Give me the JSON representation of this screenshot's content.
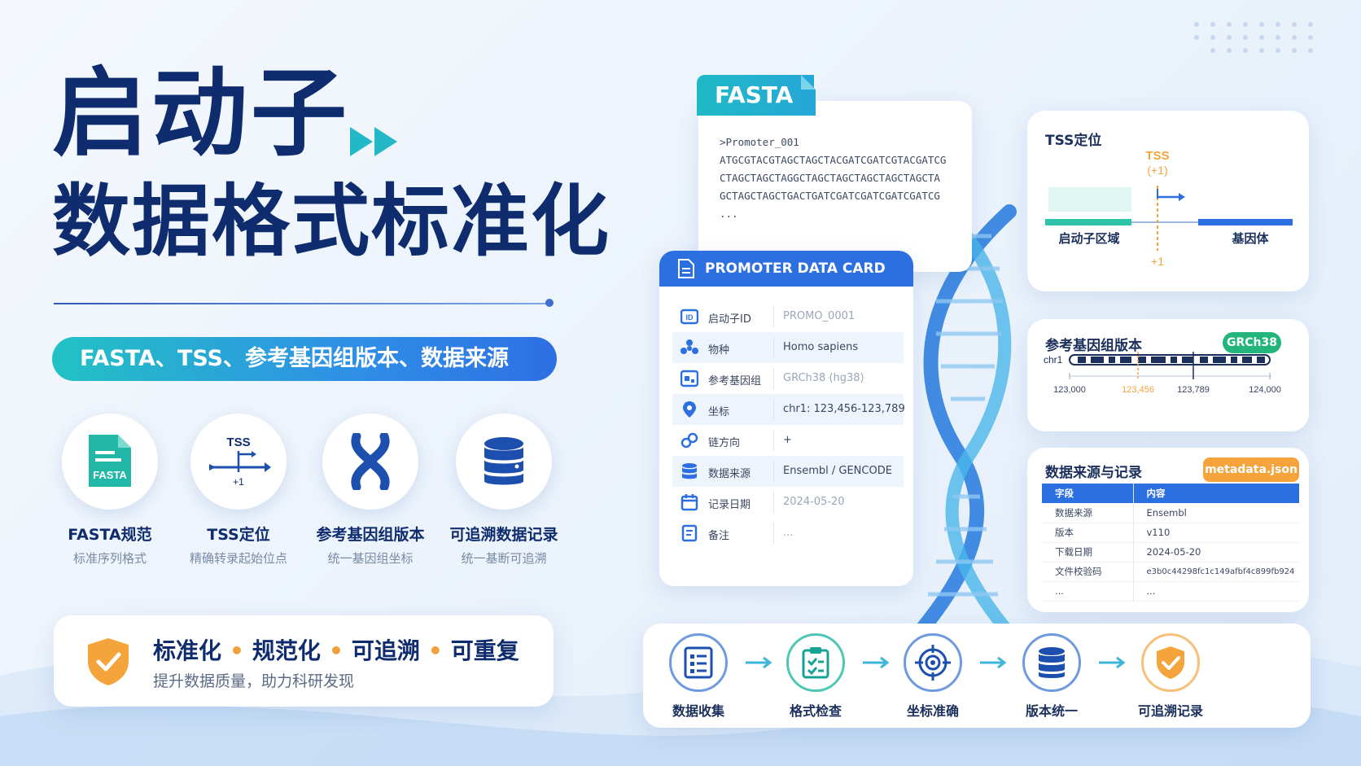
{
  "hero": {
    "title_line1": "启动子",
    "title_line2": "数据格式标准化",
    "subtitle": "FASTA、TSS、参考基因组版本、数据来源"
  },
  "features": [
    {
      "title": "FASTA规范",
      "subtitle": "标准序列格式",
      "icon": "fasta-file-icon",
      "icon_text": "FASTA"
    },
    {
      "title": "TSS定位",
      "subtitle": "精确转录起始位点",
      "icon": "tss-arrow-icon",
      "icon_text": "TSS",
      "icon_text2": "+1"
    },
    {
      "title": "参考基因组版本",
      "subtitle": "统一基因组坐标",
      "icon": "chromosome-icon"
    },
    {
      "title": "可追溯数据记录",
      "subtitle": "统一基断可追溯",
      "icon": "database-icon"
    }
  ],
  "slogan": {
    "items": [
      "标准化",
      "规范化",
      "可追溯",
      "可重复"
    ],
    "separator": "•",
    "subtitle": "提升数据质量，助力科研发现"
  },
  "fasta_card": {
    "tab": "FASTA",
    "lines": [
      ">Promoter_001",
      "ATGCGTACGTAGCTAGCTACGATCGATCGTACGATCG",
      "CTAGCTAGCTAGGCTAGCTAGCTAGCTAGCTAGCTA",
      "GCTAGCTAGCTGACTGATCGATCGATCGATCGATCG",
      "..."
    ]
  },
  "promoter_card": {
    "header": "PROMOTER DATA CARD",
    "rows": [
      {
        "key": "启动子ID",
        "value": "PROMO_0001",
        "icon": "id-icon",
        "muted": true
      },
      {
        "key": "物种",
        "value": "Homo sapiens",
        "icon": "species-icon",
        "muted": false
      },
      {
        "key": "参考基因组",
        "value": "GRCh38 (hg38)",
        "icon": "genome-icon",
        "muted": false
      },
      {
        "key": "坐标",
        "value": "chr1: 123,456-123,789",
        "icon": "location-pin-icon",
        "muted": false
      },
      {
        "key": "链方向",
        "value": "+",
        "icon": "link-icon",
        "muted": false
      },
      {
        "key": "数据来源",
        "value": "Ensembl / GENCODE",
        "icon": "database-icon",
        "muted": false
      },
      {
        "key": "记录日期",
        "value": "2024-05-20",
        "icon": "calendar-icon",
        "muted": true
      },
      {
        "key": "备注",
        "value": "...",
        "icon": "note-icon",
        "muted": true
      }
    ]
  },
  "tss_card": {
    "title": "TSS定位",
    "marker": "TSS",
    "marker_sub": "(+1)",
    "left_label": "启动子区域",
    "right_label": "基因体",
    "bottom_label": "+1"
  },
  "genome_card": {
    "title": "参考基因组版本",
    "badge": "GRCh38",
    "chrom": "chr1",
    "ticks": [
      "123,000",
      "123,456",
      "123,789",
      "124,000"
    ]
  },
  "meta_card": {
    "title": "数据来源与记录",
    "badge": "metadata.json",
    "header": [
      "字段",
      "内容"
    ],
    "rows": [
      [
        "数据来源",
        "Ensembl"
      ],
      [
        "版本",
        "v110"
      ],
      [
        "下载日期",
        "2024-05-20"
      ],
      [
        "文件校验码",
        "e3b0c44298fc1c149afbf4c899fb924"
      ],
      [
        "...",
        "..."
      ]
    ]
  },
  "workflow": {
    "steps": [
      {
        "label": "数据收集",
        "icon": "checklist-icon"
      },
      {
        "label": "格式检查",
        "icon": "clipboard-check-icon"
      },
      {
        "label": "坐标准确",
        "icon": "target-icon"
      },
      {
        "label": "版本统一",
        "icon": "database-icon"
      },
      {
        "label": "可追溯记录",
        "icon": "shield-check-icon"
      }
    ]
  },
  "colors": {
    "navy": "#0f2d6e",
    "blue": "#2c6fe0",
    "teal": "#22c2c4",
    "orange": "#f5a33b",
    "green": "#23b67c"
  }
}
